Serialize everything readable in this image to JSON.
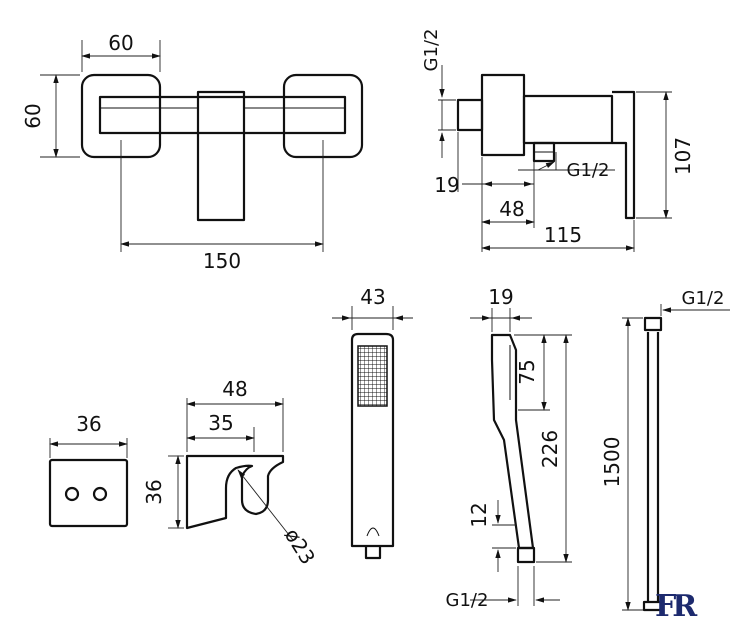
{
  "dimensions": {
    "mixer_front": {
      "width_top": "60",
      "height_left": "60",
      "centers": "150"
    },
    "mixer_side": {
      "inlet_thread": "G1/2",
      "outlet_thread": "G1/2",
      "inlet_length": "19",
      "outlet_offset": "48",
      "depth": "115",
      "height": "107"
    },
    "wall_holder_front": {
      "width": "36"
    },
    "wall_holder_side": {
      "outer_width": "48",
      "inner_width": "35",
      "height": "36",
      "bore": "ø23"
    },
    "shower_head_front": {
      "width": "43"
    },
    "shower_head_side": {
      "thickness": "19",
      "head_length": "75",
      "total_length": "226",
      "neck_length": "12",
      "thread": "G1/2"
    },
    "hose": {
      "length": "1500",
      "thread": "G1/2"
    }
  },
  "logo": {
    "text": "FR"
  },
  "colors": {
    "line": "#111111",
    "logo": "#1d2a6e"
  }
}
